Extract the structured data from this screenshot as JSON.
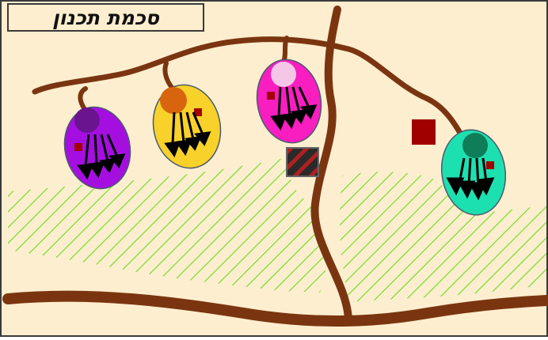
{
  "title": "סכמת תכנון",
  "colors": {
    "background": "#fdeecf",
    "border": "#3a3a3a",
    "road": "#7a3510",
    "hatch": "#77dd33",
    "unit_marker": "#a30000",
    "obstacle_fill": "#2a2a2a",
    "obstacle_stripe": "#b02020",
    "objective": "#a00000",
    "arrow": "#000000"
  },
  "units": [
    {
      "name": "purple-unit",
      "fill": "#a40fe0",
      "circle": "#6a1490"
    },
    {
      "name": "yellow-unit",
      "fill": "#f8d22a",
      "circle": "#d8650e"
    },
    {
      "name": "magenta-unit",
      "fill": "#f81ec0",
      "circle": "#f6c6e6"
    },
    {
      "name": "teal-unit",
      "fill": "#1de0b0",
      "circle": "#0f7d58"
    }
  ]
}
